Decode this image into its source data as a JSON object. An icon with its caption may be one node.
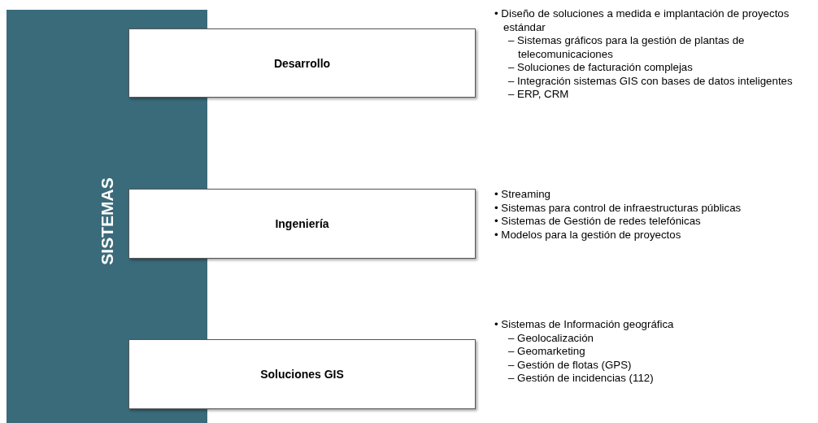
{
  "diagram": {
    "nodes": [
      {
        "text": [
          "SISTEMAS"
        ]
      },
      {
        "text": [
          "Desarrollo"
        ],
        "beside": [
          "• Diseño de soluciones a medida e implantación de proyectos estándar",
          "– Sistemas gráficos para la gestión de plantas de telecomunicaciones",
          "– Soluciones de facturación complejas",
          "– Integración sistemas GIS con bases de datos inteligentes",
          "– ERP, CRM"
        ]
      },
      {
        "text": [
          "Ingeniería"
        ],
        "beside": [
          "• Streaming",
          "• Sistemas para control de infraestructuras públicas",
          "• Sistemas de Gestión de redes telefónicas",
          "• Modelos para la gestión de proyectos"
        ]
      },
      {
        "text": [
          "Soluciones GIS"
        ],
        "beside": [
          "• Sistemas de Información geográfica",
          "– Geolocalización",
          "– Geomarketing",
          "– Gestión de flotas (GPS)",
          "– Gestión de incidencias (112)"
        ]
      }
    ],
    "edges": []
  }
}
